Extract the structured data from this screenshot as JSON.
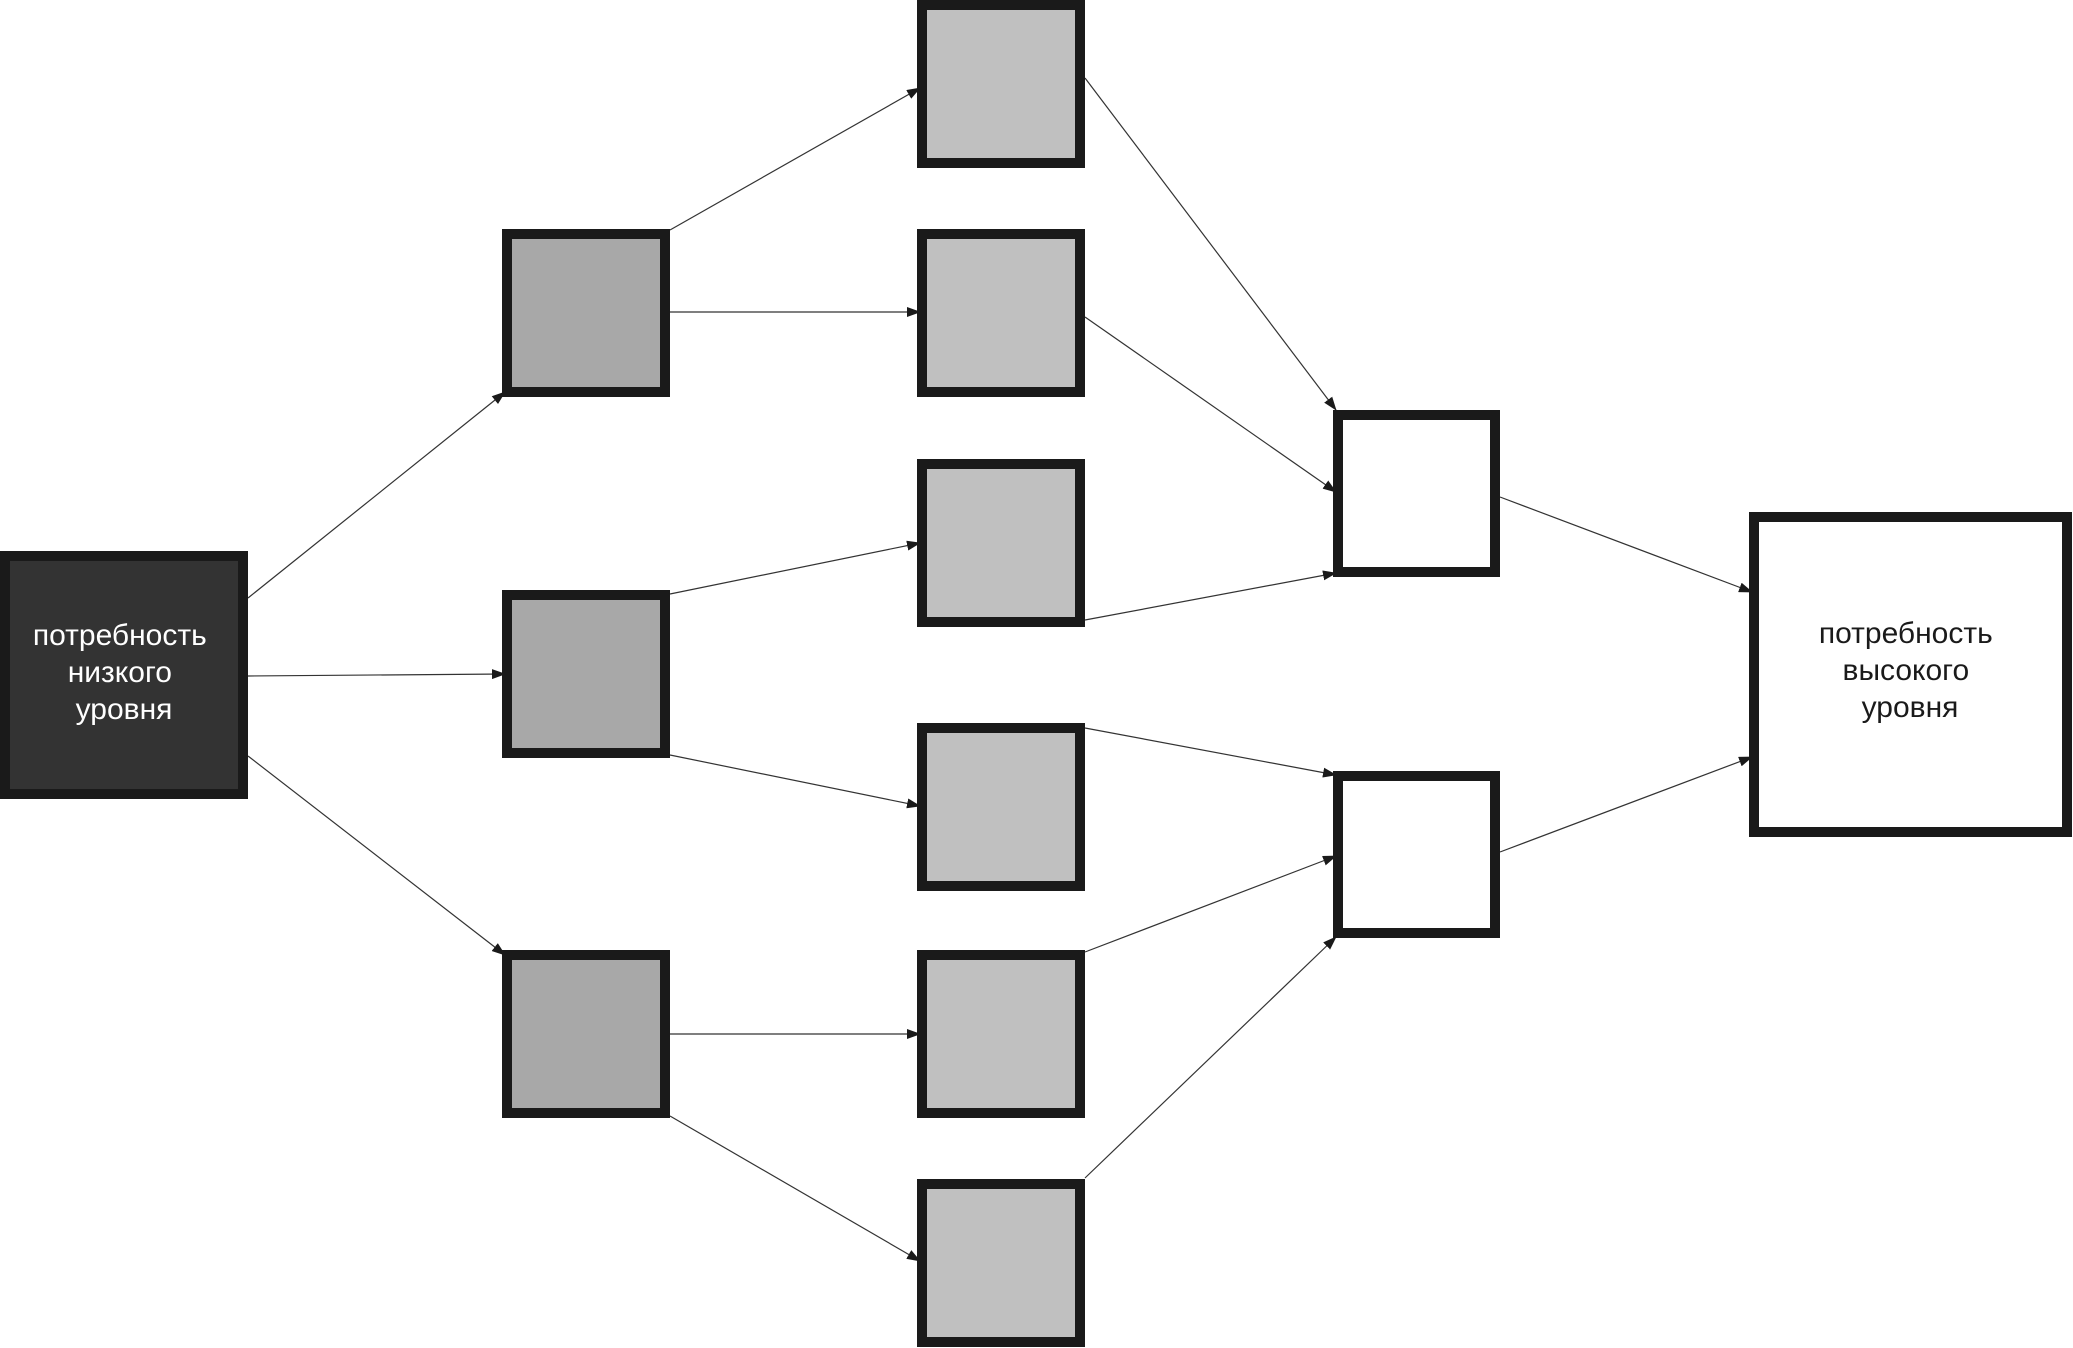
{
  "nodes": {
    "low_level_need": {
      "line1": "потребность",
      "line2": "низкого",
      "line3": "уровня"
    },
    "high_level_need": {
      "line1": "потребность",
      "line2": "высокого",
      "line3": "уровня"
    }
  },
  "colors": {
    "border": "#1a1a1a",
    "low_level_fill": "#333333",
    "level1_fill": "#a8a8a8",
    "level2_fill": "#c0c0c0",
    "level3_fill": "#ffffff",
    "high_level_fill": "#ffffff",
    "low_level_text": "#ffffff",
    "high_level_text": "#1a1a1a",
    "edge": "#333333"
  }
}
